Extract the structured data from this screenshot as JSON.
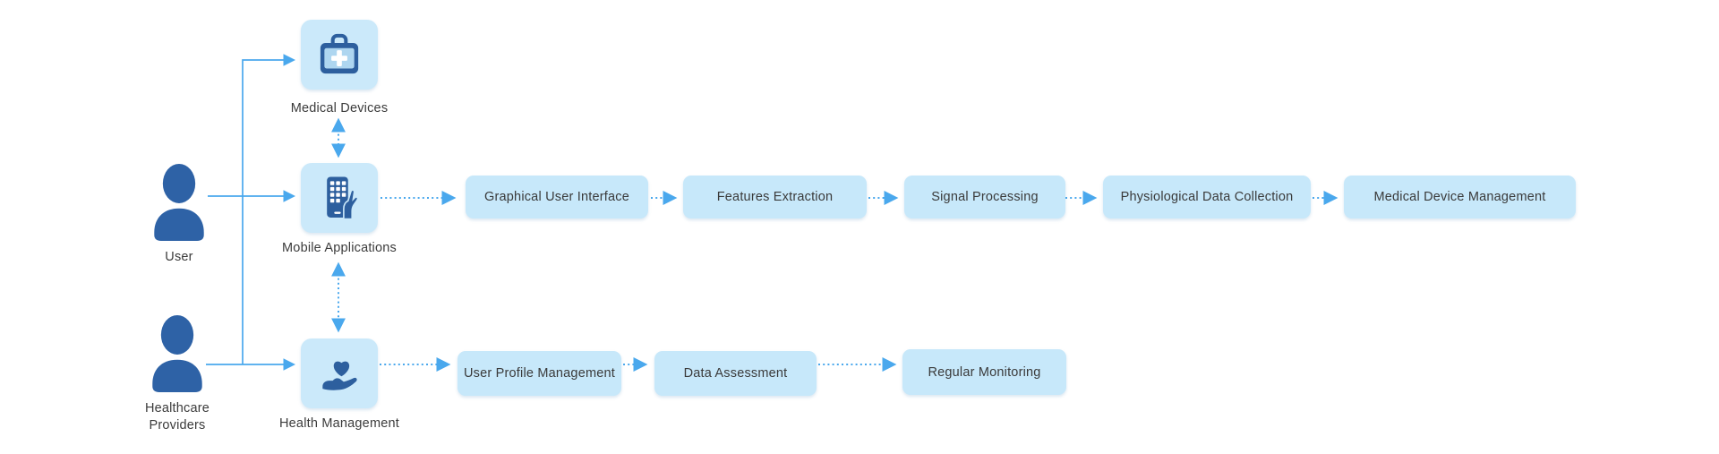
{
  "diagram": {
    "colors": {
      "box_fill": "#c7e8fa",
      "icon_blue": "#2d5f9e",
      "arrow_blue": "#4aa8ed",
      "text": "#3b3b3b",
      "background": "#ffffff"
    },
    "actors": [
      {
        "id": "user",
        "label": "User",
        "icon": "person-icon"
      },
      {
        "id": "healthcare-providers",
        "label": "Healthcare Providers",
        "icon": "person-icon"
      }
    ],
    "icon_nodes": [
      {
        "id": "medical-devices",
        "label": "Medical Devices",
        "icon": "first-aid-kit-icon"
      },
      {
        "id": "mobile-applications",
        "label": "Mobile Applications",
        "icon": "mobile-phone-hand-icon"
      },
      {
        "id": "health-management",
        "label": "Health Management",
        "icon": "heart-in-hand-icon"
      }
    ],
    "top_flow": {
      "steps": [
        "Graphical User Interface",
        "Features Extraction",
        "Signal Processing",
        "Physiological Data Collection",
        "Medical Device Management"
      ]
    },
    "bottom_flow": {
      "steps": [
        "User Profile Management",
        "Data Assessment",
        "Regular Monitoring"
      ]
    },
    "connections": [
      "user -> mobile-applications (solid)",
      "healthcare-providers -> health-management (solid)",
      "branch -> medical-devices (solid)",
      "medical-devices <-> mobile-applications (dotted)",
      "mobile-applications <-> health-management (dotted)",
      "mobile-applications -> top flow chain (dotted)",
      "health-management -> bottom flow chain (dotted)"
    ]
  }
}
